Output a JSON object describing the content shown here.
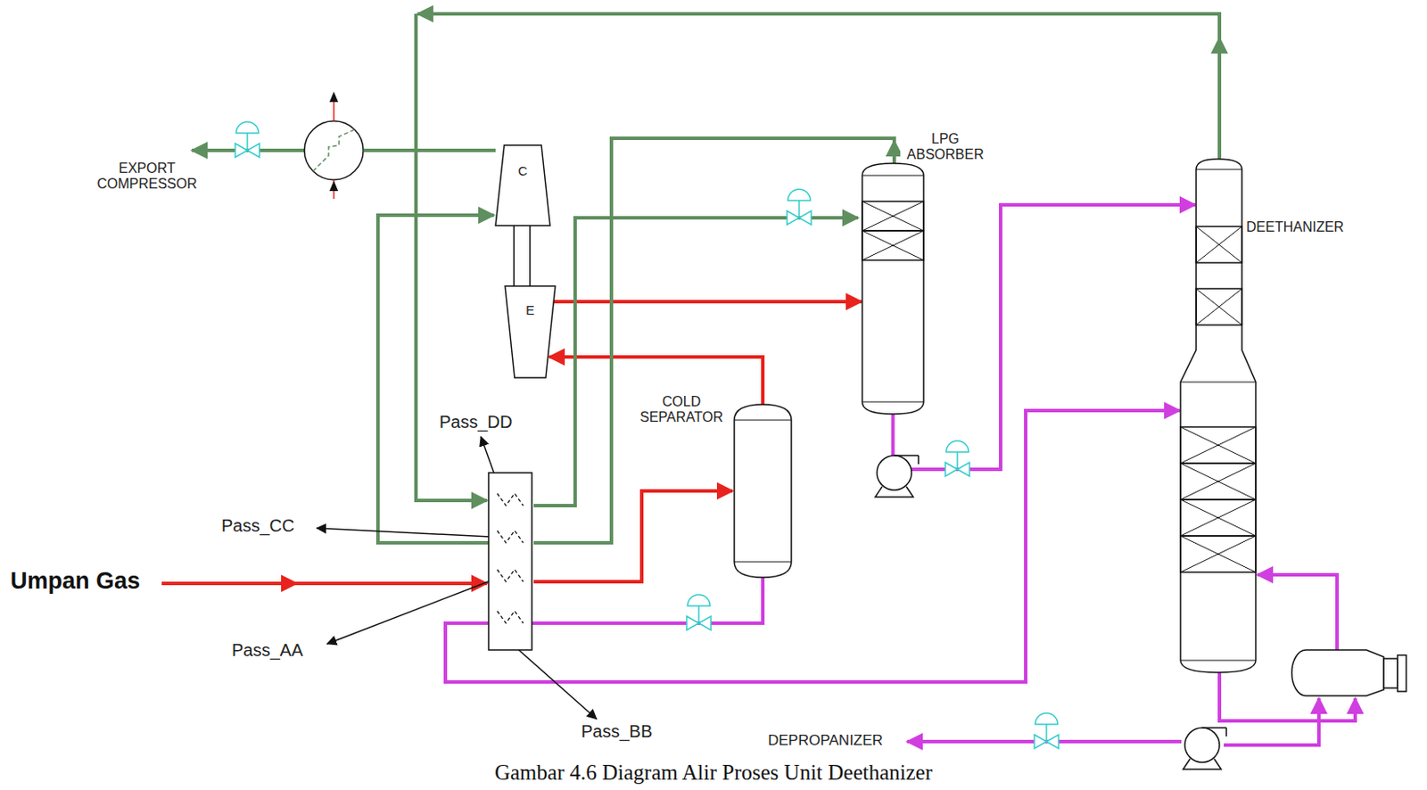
{
  "diagram": {
    "caption": "Gambar 4.6 Diagram Alir Proses Unit Deethanizer",
    "nodes": [
      {
        "text": [
          "C"
        ]
      },
      {
        "text": [
          "E"
        ]
      },
      {
        "text": [
          "LPG ABSORBER"
        ]
      },
      {
        "text": [
          "COLD SEPARATOR"
        ]
      },
      {
        "text": [
          "DEETHANIZER"
        ]
      }
    ],
    "edges": [
      {
        "from": 0,
        "to": 1,
        "arrow": "none"
      },
      {
        "from": 3,
        "to": 1,
        "arrow": "to"
      },
      {
        "from": 1,
        "to": 2,
        "arrow": "to"
      },
      {
        "from": 3,
        "to": 4,
        "arrow": "to"
      },
      {
        "from": 2,
        "to": 4,
        "arrow": "to"
      }
    ],
    "labels": [
      "EXPORT COMPRESSOR",
      "Pass_DD",
      "Pass_CC",
      "Umpan Gas",
      "Pass_AA",
      "Pass_BB",
      "DEPROPANIZER"
    ]
  }
}
